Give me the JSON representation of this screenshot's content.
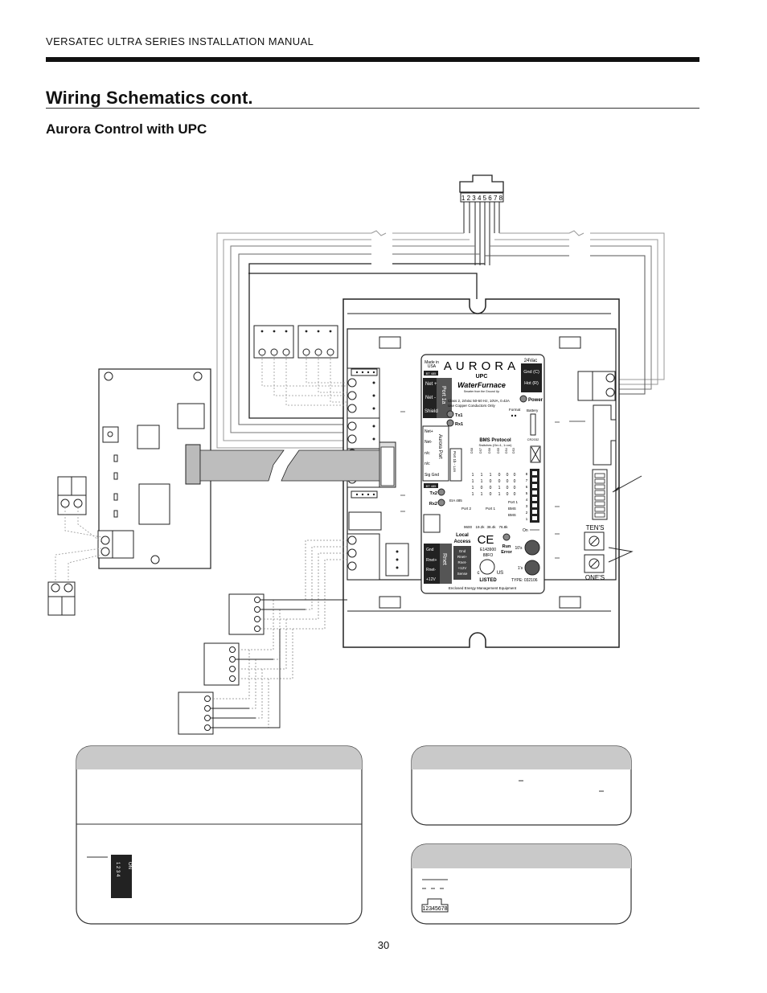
{
  "header": {
    "manual_title": "VERSATEC ULTRA SERIES INSTALLATION MANUAL"
  },
  "section": {
    "title": "Wiring Schematics cont.",
    "subtitle": "Aurora Control with UPC"
  },
  "upc": {
    "brand": "AURORA",
    "model": "UPC",
    "made_in": [
      "Made in",
      "USA"
    ],
    "bt485_label": "BT 485",
    "port1a_label": "Port 1a",
    "net_labels": [
      "Net +",
      "Net -",
      "Shield"
    ],
    "power_header": "24Vac",
    "power_labels": [
      "Gnd (C)",
      "Hot (R)"
    ],
    "power_led": "Power",
    "wf_logo": "WaterFurnace",
    "wf_tagline": "Smarter from the Ground Up",
    "class_note_1": "Class 2, 24Vac 50-60 Hz, 10VA, 0.42A",
    "class_note_2": "Use Copper Conductors Only",
    "format_label": "Format",
    "battery_label": "Battery",
    "battery_type": "CR2032",
    "tx_rx": [
      "Tx1",
      "Rx1"
    ],
    "aurora_port_label": "Aurora Port",
    "aurora_port_pins": [
      "Net+",
      "Net-",
      "n/c",
      "n/c",
      "Sig Gnd"
    ],
    "port1b_label": "Port 1b - Lon",
    "bms_protocol": "BMS Protocol",
    "bms_switches": "Switches (On=1, 1=on)",
    "bms_cols": [
      "DS8",
      "DS7",
      "DS6",
      "DS5",
      "DS4",
      "DS3"
    ],
    "bms_rows": [
      [
        "1",
        "1",
        "1",
        "0",
        "0",
        "0"
      ],
      [
        "1",
        "1",
        "0",
        "0",
        "0",
        "0"
      ],
      [
        "1",
        "0",
        "0",
        "1",
        "0",
        "0"
      ],
      [
        "1",
        "1",
        "0",
        "1",
        "0",
        "0"
      ]
    ],
    "dip_numbers": [
      "8",
      "7",
      "6",
      "5",
      "4",
      "3",
      "2",
      "1"
    ],
    "tx2_rx2": [
      "Tx2",
      "Rx2"
    ],
    "eia485": "EIA 485",
    "port2": [
      "Port 2",
      "Port 1"
    ],
    "port_opts": [
      "Port 1",
      "BMS",
      "BMS"
    ],
    "baud_rates": [
      "9600",
      "19.2k",
      "38.4k",
      "76.8k"
    ],
    "on_label": "On",
    "local_access": [
      "Local",
      "Access"
    ],
    "rnet_pins": [
      "Gnd",
      "Rnet+",
      "Rnet-",
      "+12V"
    ],
    "rnet_right": [
      "Gnd",
      "Rnet+",
      "Rnet-",
      "+12V",
      "Sense"
    ],
    "rnet_label": "Rnet",
    "ce_mark": "CE",
    "e_number": "E143900",
    "e_code": "88FO",
    "run_error": [
      "Run",
      "Error"
    ],
    "tens_label": "10's",
    "ones_label": "1's",
    "ul_listed": "LISTED",
    "ul_type": "TYPE: 032106",
    "ul_c": "c",
    "ul_us": "US",
    "enclosed": "Enclosed Energy Management Equipment",
    "tens_switch": "TEN'S",
    "ones_switch": "ONE'S"
  },
  "jack": {
    "pin_label": "1 2 3 4 5 6 7 8",
    "small_label": "12345678"
  },
  "notes_dip": {
    "digits": "1 2 3 4",
    "on": "ON"
  },
  "page": {
    "number": "30"
  }
}
